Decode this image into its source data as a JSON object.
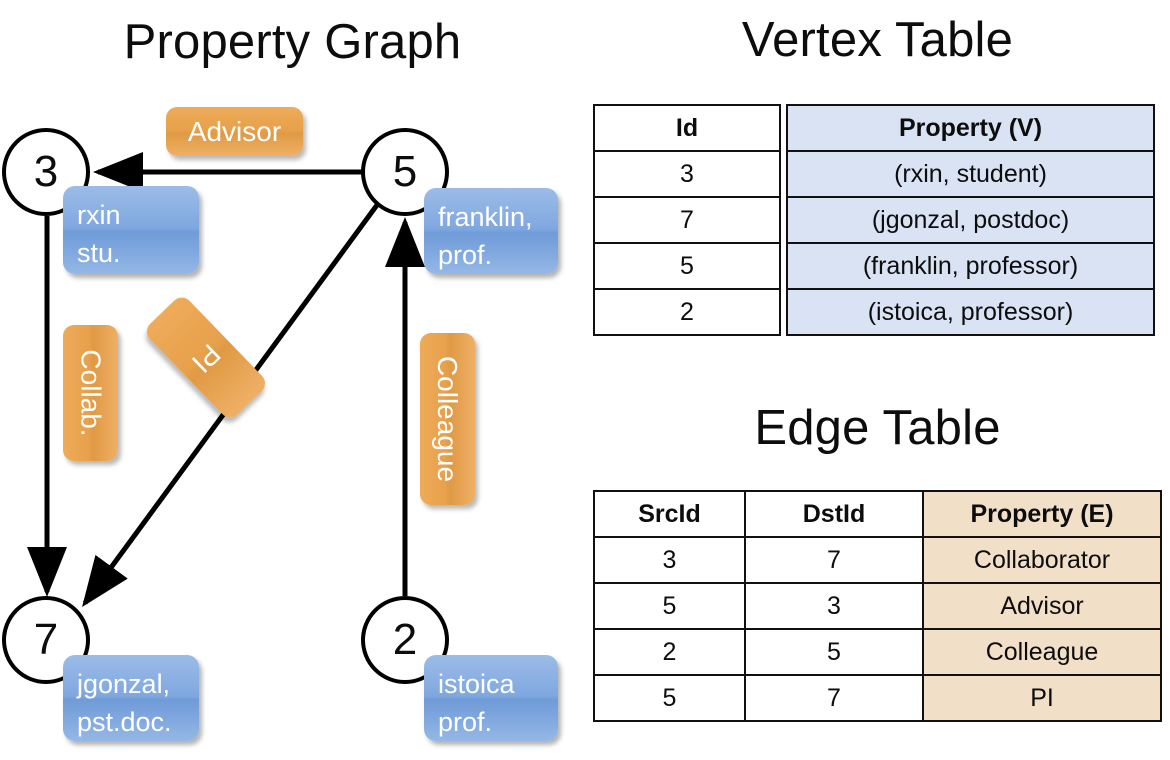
{
  "titles": {
    "property_graph": "Property Graph",
    "vertex_table": "Vertex Table",
    "edge_table": "Edge Table"
  },
  "graph": {
    "nodes": [
      {
        "id": "3",
        "label": "3",
        "property_line1": "rxin",
        "property_line2": "stu."
      },
      {
        "id": "5",
        "label": "5",
        "property_line1": "franklin,",
        "property_line2": "prof."
      },
      {
        "id": "7",
        "label": "7",
        "property_line1": "jgonzal,",
        "property_line2": "pst.doc."
      },
      {
        "id": "2",
        "label": "2",
        "property_line1": "istoica",
        "property_line2": "prof."
      }
    ],
    "edge_labels": {
      "advisor": "Advisor",
      "collab": "Collab.",
      "pi": "PI",
      "colleague": "Colleague"
    }
  },
  "vertex_table": {
    "headers": {
      "id": "Id",
      "property": "Property (V)"
    },
    "rows": [
      {
        "id": "3",
        "property": "(rxin, student)"
      },
      {
        "id": "7",
        "property": "(jgonzal, postdoc)"
      },
      {
        "id": "5",
        "property": "(franklin, professor)"
      },
      {
        "id": "2",
        "property": "(istoica, professor)"
      }
    ]
  },
  "edge_table": {
    "headers": {
      "src": "SrcId",
      "dst": "DstId",
      "property": "Property (E)"
    },
    "rows": [
      {
        "src": "3",
        "dst": "7",
        "property": "Collaborator"
      },
      {
        "src": "5",
        "dst": "3",
        "property": "Advisor"
      },
      {
        "src": "2",
        "dst": "5",
        "property": "Colleague"
      },
      {
        "src": "5",
        "dst": "7",
        "property": "PI"
      }
    ]
  },
  "colors": {
    "vertex_property_fill": "#dae3f3",
    "edge_property_fill": "#f2dfc8",
    "vertex_callout": "#7fa7df",
    "edge_callout": "#e8a14c",
    "stroke": "#000000",
    "background": "#ffffff"
  }
}
